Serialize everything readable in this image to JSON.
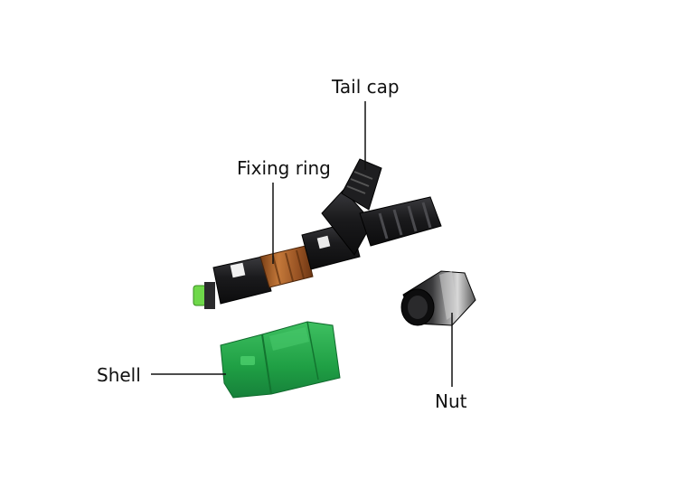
{
  "labels": {
    "tail_cap": "Tail cap",
    "fixing_ring": "Fixing ring",
    "shell": "Shell",
    "nut": "Nut"
  },
  "colors": {
    "background": "#ffffff",
    "connector_body": "#1c1c1e",
    "shell_green": "#22a84a",
    "ferrule_green": "#6fd84a",
    "fixing_ring_copper": "#b0672f",
    "leader_line": "#111111"
  }
}
